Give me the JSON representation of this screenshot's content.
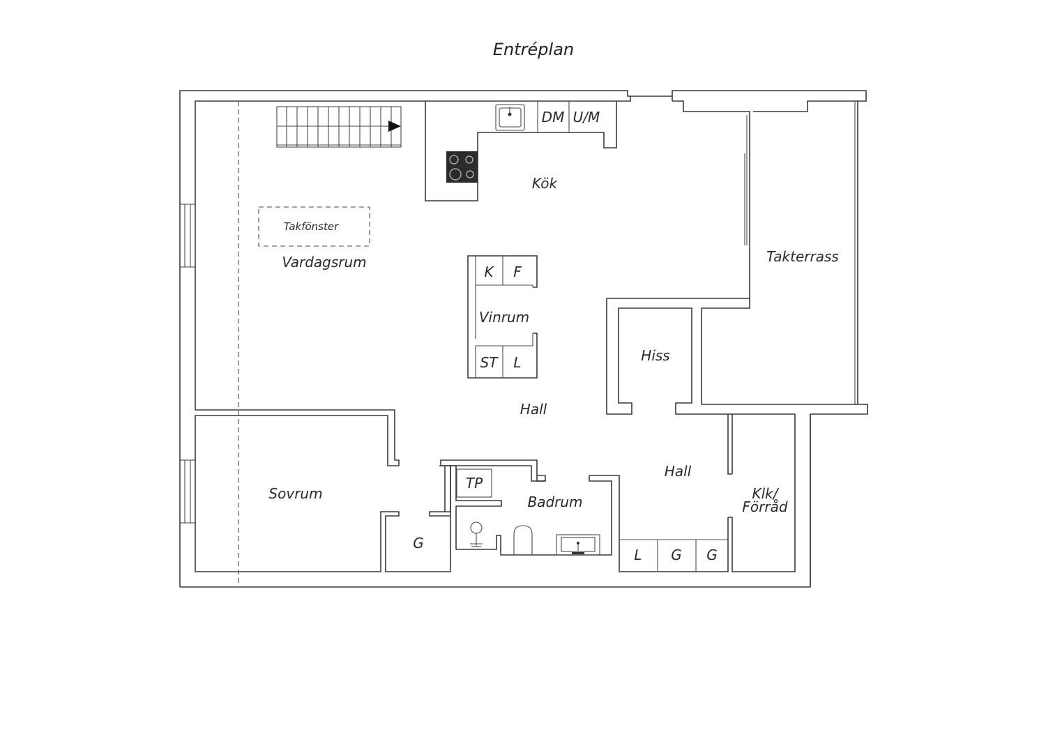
{
  "title": "Entréplan",
  "rooms": {
    "vardagsrum": "Vardagsrum",
    "kok": "Kök",
    "takfonster": "Takfönster",
    "takterrass": "Takterrass",
    "hiss": "Hiss",
    "vinrum": "Vinrum",
    "hall_center": "Hall",
    "hall_right": "Hall",
    "sovrum": "Sovrum",
    "badrum": "Badrum",
    "klk_line1": "Klk/",
    "klk_line2": "Förråd"
  },
  "fixtures": {
    "dm": "DM",
    "um": "U/M",
    "k": "K",
    "f": "F",
    "st": "ST",
    "l_vinrum": "L",
    "tp": "TP",
    "g_small": "G",
    "l_closet": "L",
    "g_closet1": "G",
    "g_closet2": "G"
  }
}
